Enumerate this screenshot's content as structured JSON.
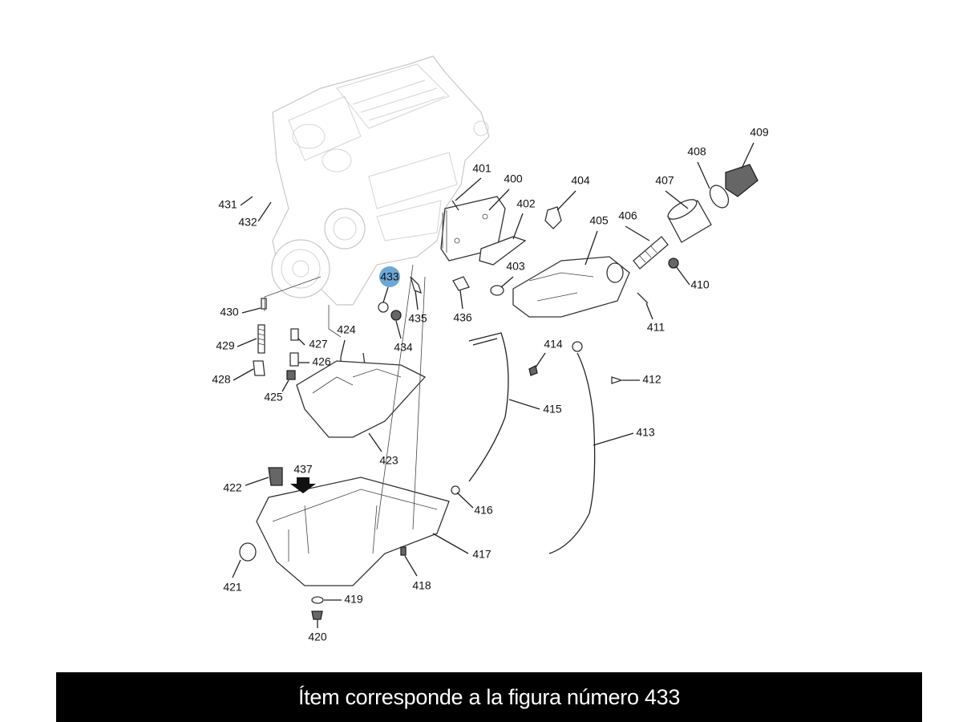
{
  "diagram": {
    "highlight_color": "#5b9fd1",
    "highlighted_part": "433",
    "labels": [
      "409",
      "408",
      "407",
      "404",
      "401",
      "400",
      "402",
      "405",
      "406",
      "403",
      "410",
      "411",
      "431",
      "432",
      "433",
      "430",
      "435",
      "436",
      "434",
      "424",
      "427",
      "429",
      "426",
      "428",
      "425",
      "414",
      "412",
      "415",
      "413",
      "423",
      "437",
      "422",
      "416",
      "417",
      "421",
      "418",
      "419",
      "420"
    ]
  },
  "banner": {
    "text": "Ítem corresponde a la figura número 433"
  }
}
